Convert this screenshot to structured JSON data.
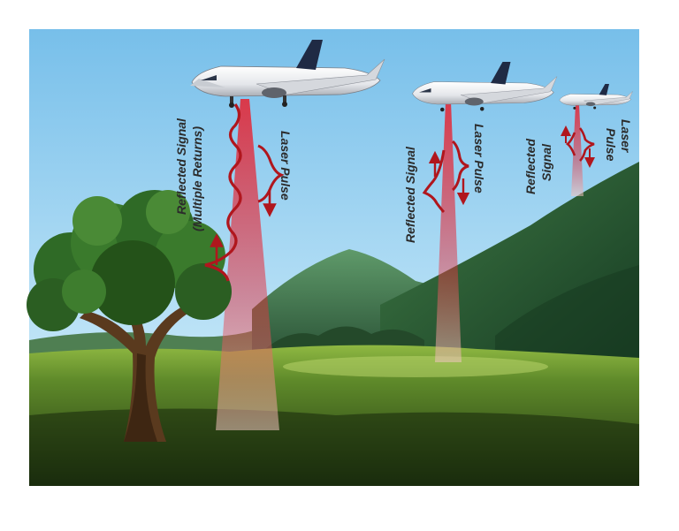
{
  "labels": {
    "left_reflected_line1": "Reflected Signal",
    "left_reflected_line2": "(Multiple Returns)",
    "left_laser": "Laser Pulse",
    "mid_reflected": "Reflected Signal",
    "mid_laser": "Laser Pulse",
    "right_reflected_line1": "Reflected",
    "right_reflected_line2": "Signal",
    "right_laser_line1": "Laser",
    "right_laser_line2": "Pulse"
  },
  "colors": {
    "sky_top": "#7ec3ec",
    "sky_bottom": "#d4eefa",
    "signal": "#b0161d",
    "beam": "#e8202e",
    "ground": "#3c5a1a",
    "hill_dark": "#1f4a2a",
    "tree_foliage": "#2f6a26",
    "trunk": "#5a3a1e"
  },
  "icons": [
    "airplane-icon",
    "airplane-icon",
    "airplane-icon",
    "tree-icon"
  ]
}
